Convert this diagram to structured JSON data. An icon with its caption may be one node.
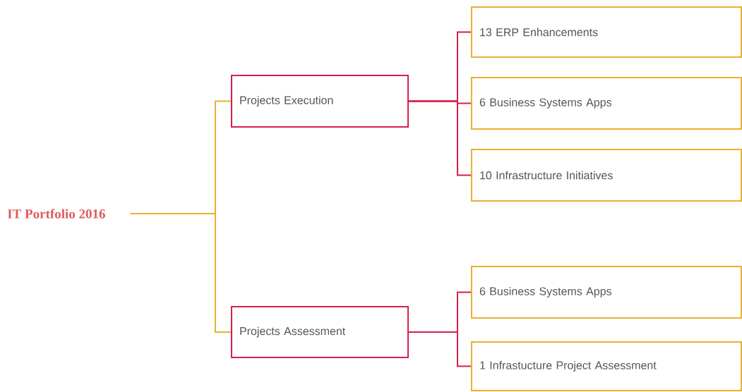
{
  "diagram": {
    "nodes": [
      {
        "text": [
          "IT Portfolio 2016"
        ]
      },
      {
        "text": [
          "Projects Execution"
        ]
      },
      {
        "text": [
          "Projects Assessment"
        ]
      },
      {
        "text": [
          "13 ERP Enhancements"
        ]
      },
      {
        "text": [
          "6 Business Systems Apps"
        ]
      },
      {
        "text": [
          "10 Infrastructure Initiatives"
        ]
      },
      {
        "text": [
          "6 Business Systems Apps"
        ]
      },
      {
        "text": [
          "1 Infrastucture Project Assessment"
        ]
      }
    ],
    "edges": [
      {
        "from": 0,
        "to": 1,
        "arrow": "none",
        "color": "#e8b030"
      },
      {
        "from": 0,
        "to": 2,
        "arrow": "none",
        "color": "#e8b030"
      },
      {
        "from": 1,
        "to": 3,
        "arrow": "none"
      },
      {
        "from": 1,
        "to": 4,
        "arrow": "none"
      },
      {
        "from": 1,
        "to": 5,
        "arrow": "none"
      },
      {
        "from": 2,
        "to": 6,
        "arrow": "none"
      },
      {
        "from": 2,
        "to": 7,
        "arrow": "none"
      }
    ]
  }
}
